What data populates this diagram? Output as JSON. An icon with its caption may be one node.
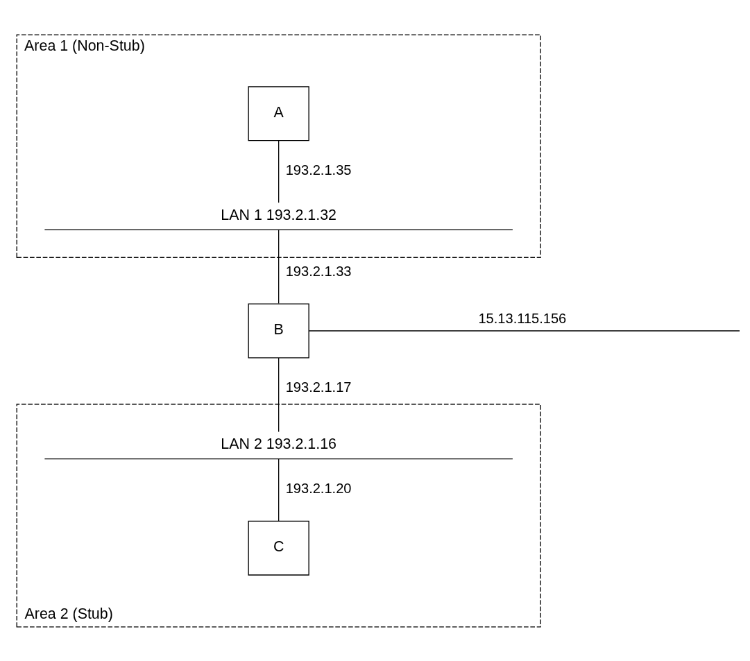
{
  "diagram": {
    "nodes": [
      {
        "text": [
          "Area 1 (Non-Stub)"
        ]
      },
      {
        "text": [
          "A"
        ],
        "in": 0
      },
      {
        "text": [
          "LAN 1 193.2.1.32"
        ],
        "in": 0
      },
      {
        "text": [
          "B"
        ]
      },
      {
        "text": [
          "Area 2 (Stub)"
        ]
      },
      {
        "text": [
          "LAN 2 193.2.1.16"
        ],
        "in": 4
      },
      {
        "text": [
          "C"
        ],
        "in": 4
      }
    ],
    "edges": [
      {
        "from": 1,
        "to": 2,
        "arrow": "none",
        "label": "193.2.1.35"
      },
      {
        "from": 2,
        "to": 3,
        "arrow": "none",
        "label": "193.2.1.33"
      },
      {
        "from": 3,
        "to": null,
        "arrow": "none",
        "label": "15.13.115.156"
      },
      {
        "from": 3,
        "to": 5,
        "arrow": "none",
        "label": "193.2.1.17"
      },
      {
        "from": 5,
        "to": 6,
        "arrow": "none",
        "label": "193.2.1.20"
      }
    ]
  }
}
